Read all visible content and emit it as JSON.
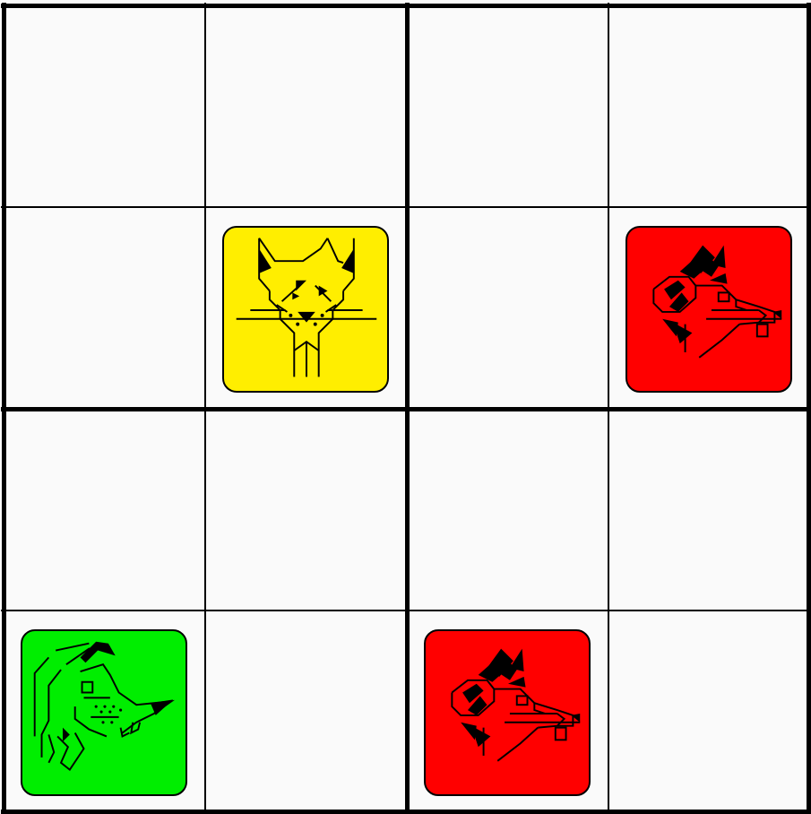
{
  "board": {
    "rows": 4,
    "cols": 4,
    "subgrid": 2,
    "colors": {
      "background": "#fafafa",
      "line": "#000000",
      "cat": "#ffee00",
      "dog": "#00ee00",
      "rat": "#ff0000"
    },
    "pieces": [
      {
        "row": 1,
        "col": 1,
        "animal": "cat",
        "icon": "cat-head-icon",
        "color": "#ffee00"
      },
      {
        "row": 1,
        "col": 3,
        "animal": "rat",
        "icon": "rat-head-icon",
        "color": "#ff0000"
      },
      {
        "row": 3,
        "col": 0,
        "animal": "dog",
        "icon": "dog-head-icon",
        "color": "#00ee00"
      },
      {
        "row": 3,
        "col": 2,
        "animal": "rat",
        "icon": "rat-head-icon",
        "color": "#ff0000"
      }
    ]
  }
}
